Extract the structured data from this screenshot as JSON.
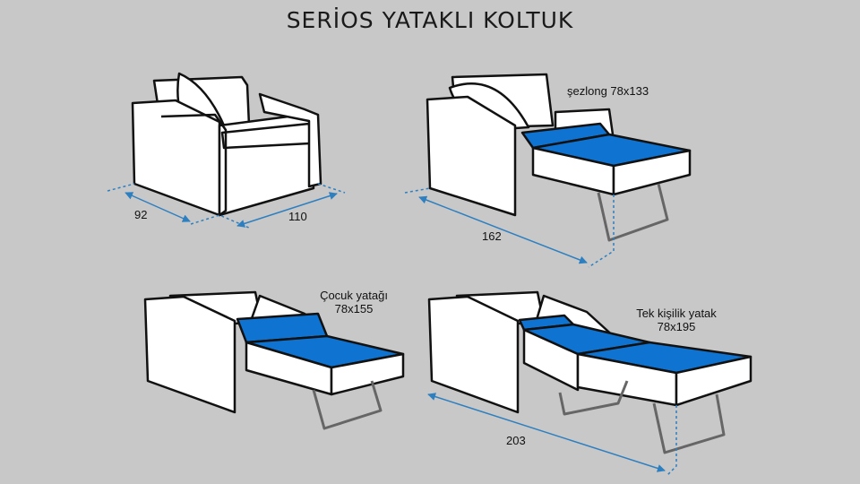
{
  "title": "SERİOS YATAKLI KOLTUK",
  "colors": {
    "background": "#c8c8c8",
    "mattress": "#0f73d1",
    "dimension": "#2e7fc0",
    "outline": "#111111",
    "fill": "#ffffff"
  },
  "panels": [
    {
      "name": "armchair",
      "dims": {
        "depth": "92",
        "width": "110"
      }
    },
    {
      "name": "chaise",
      "label": "şezlong 78x133",
      "dims": {
        "length": "162"
      }
    },
    {
      "name": "child-bed",
      "label_line1": "Çocuk yatağı",
      "label_line2": "78x155"
    },
    {
      "name": "single-bed",
      "label_line1": "Tek kişilik yatak",
      "label_line2": "78x195",
      "dims": {
        "length": "203"
      }
    }
  ]
}
